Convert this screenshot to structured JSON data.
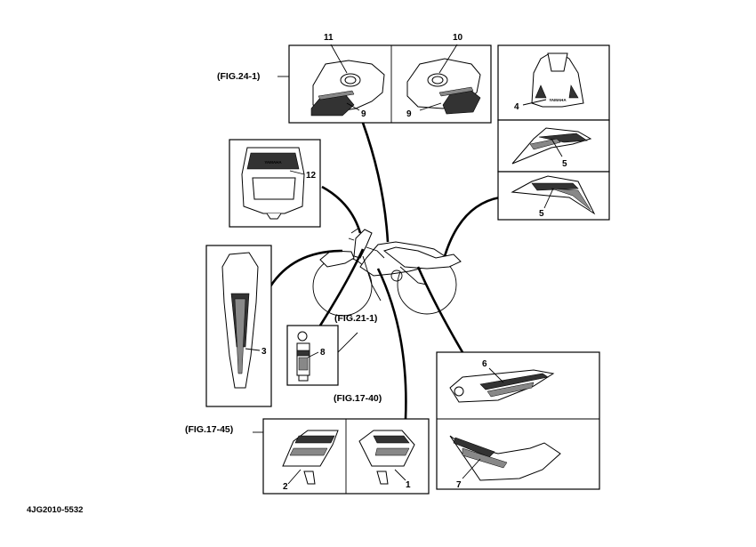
{
  "figure_code": "4JG2010-5532",
  "fig_refs": {
    "fig_24_1": "(FIG.24-1)",
    "fig_21_1": "(FIG.21-1)",
    "fig_17_40": "(FIG.17-40)",
    "fig_17_45": "(FIG.17-45)"
  },
  "callouts": {
    "p1": "1",
    "p2": "2",
    "p3": "3",
    "p4": "4",
    "p5a": "5",
    "p5b": "5",
    "p6": "6",
    "p7": "7",
    "p8": "8",
    "p9a": "9",
    "p9b": "9",
    "p10": "10",
    "p11": "11",
    "p12": "12"
  },
  "brand_text": "YAMAHA",
  "colors": {
    "line": "#000000",
    "background": "#ffffff",
    "decal_dark": "#333333",
    "decal_mid": "#888888"
  }
}
